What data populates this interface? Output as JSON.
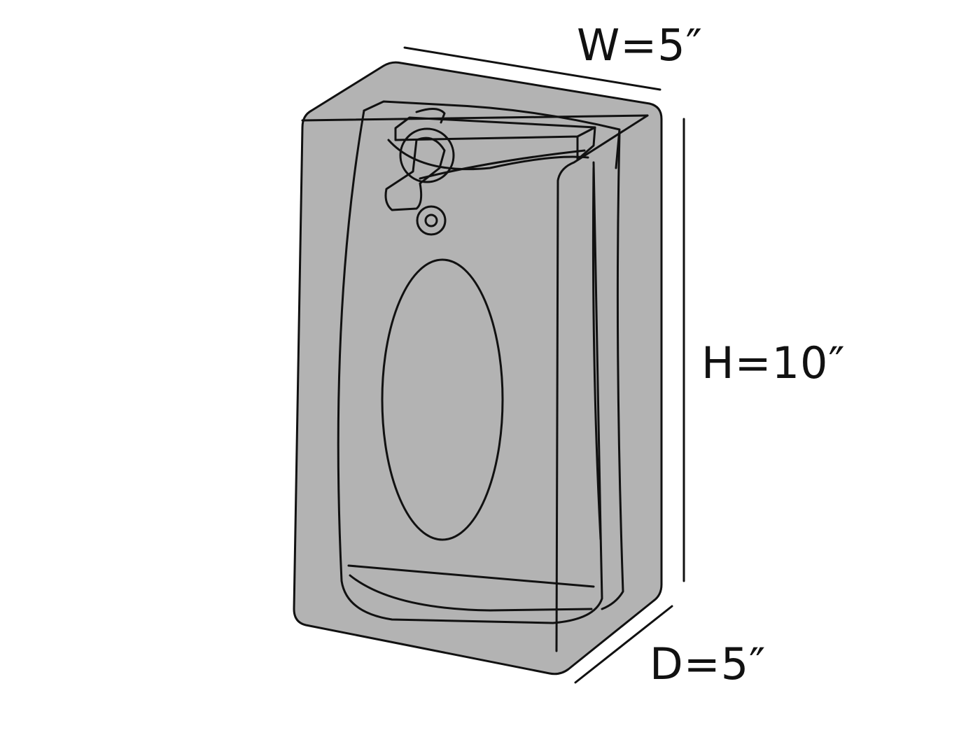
{
  "dimensions": {
    "width_label": "W=5″",
    "height_label": "H=10″",
    "depth_label": "D=5″"
  },
  "colors": {
    "cover_fill": "#b3b3b3",
    "outline": "#111111",
    "background": "#ffffff"
  }
}
